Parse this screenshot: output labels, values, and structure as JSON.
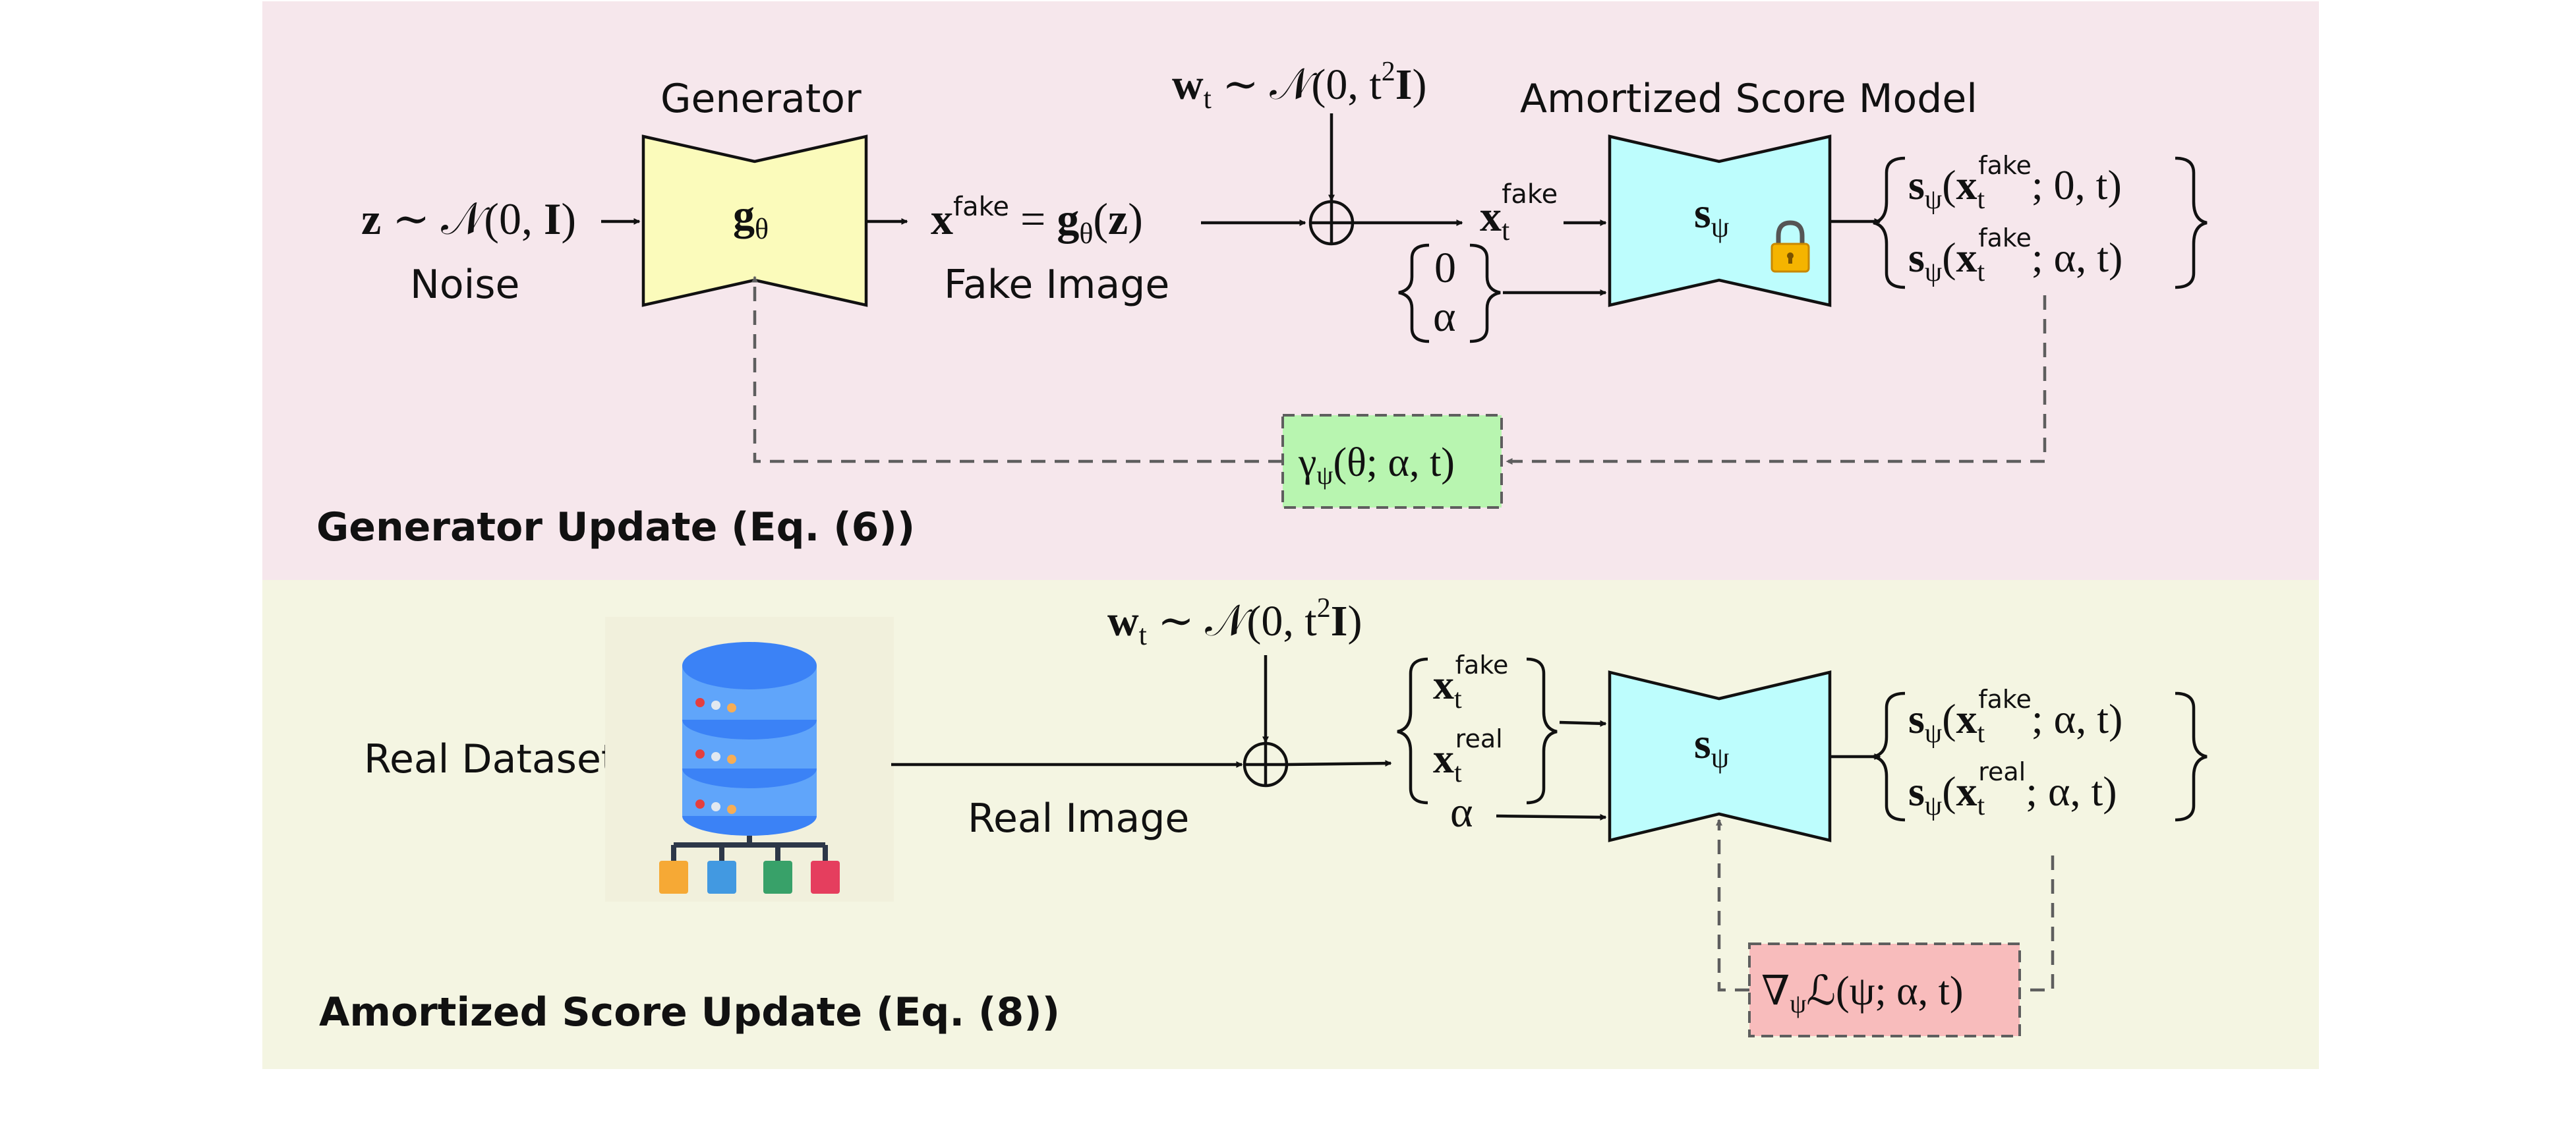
{
  "colors": {
    "generator_panel": "#f6e7ec",
    "score_panel": "#f4f5e2",
    "generator_fill": "#fbfbbb",
    "score_model_fill": "#bdfdfd",
    "gamma_box_fill": "#b8f5b0",
    "grad_box_fill": "#f8bcbc",
    "database_blue": "#3b82f6",
    "dashed_arrow": "#5e5e5e"
  },
  "generator_update": {
    "title": "Generator Update (Eq. (6))",
    "noise_math": "z ∼ 𝒩(0, I)",
    "noise_label": "Noise",
    "generator_label": "Generator",
    "generator_symbol": "gθ",
    "fake_image_math": "xfake = gθ(z)",
    "fake_image_label": "Fake Image",
    "noise_sample_math": "wt ∼ 𝒩(0, t2I)",
    "oplus": "⊕",
    "noisy_input": "xtfake",
    "conditions_top": "0",
    "conditions_bottom": "α",
    "score_model_label": "Amortized Score Model",
    "score_symbol": "sψ",
    "lock_icon": "lock-icon",
    "output_line1": "sψ(xtfake; 0, t)",
    "output_line2": "sψ(xtfake; α, t)",
    "gamma_box": "γψ(θ; α, t)"
  },
  "score_update": {
    "title": "Amortized Score Update (Eq. (8))",
    "dataset_label": "Real Dataset",
    "dataset_icon": "database-icon",
    "real_image_label": "Real Image",
    "noise_sample_math": "wt ∼ 𝒩(0, t2I)",
    "oplus": "⊕",
    "input_top": "xtfake",
    "input_bottom": "xtreal",
    "alpha": "α",
    "score_symbol": "sψ",
    "output_line1": "sψ(xtfake; α, t)",
    "output_line2": "sψ(xtreal; α, t)",
    "grad_box": "∇ψℒ(ψ; α, t)"
  }
}
